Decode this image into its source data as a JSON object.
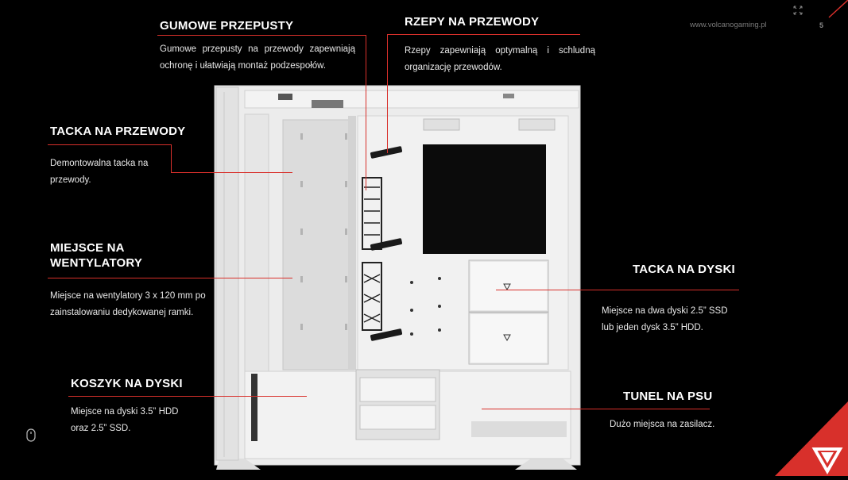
{
  "header": {
    "url": "www.volcanogaming.pl",
    "page_number": "5",
    "icon": "expand-arrows-icon"
  },
  "callouts": {
    "gumowe": {
      "title": "GUMOWE PRZEPUSTY",
      "text": "Gumowe przepusty na przewody zapewniają ochronę i ułatwiają montaż podzespołów."
    },
    "rzepy": {
      "title": "RZEPY NA PRZEWODY",
      "text": "Rzepy zapewniają optymalną i schludną organizację przewodów."
    },
    "tacka_przewody": {
      "title": "TACKA NA PRZEWODY",
      "line1": "Demontowalna tacka na",
      "line2": "przewody."
    },
    "wentylatory": {
      "title_line1": "MIEJSCE NA",
      "title_line2": "WENTYLATORY",
      "line1": "Miejsce na wentylatory 3 x 120 mm po",
      "line2": "zainstalowaniu dedykowanej ramki."
    },
    "koszyk": {
      "title": "KOSZYK NA DYSKI",
      "line1": "Miejsce na dyski 3.5” HDD",
      "line2": "oraz 2.5” SSD."
    },
    "tacka_dyski": {
      "title": "TACKA NA DYSKI",
      "line1": "Miejsce na dwa dyski 2.5” SSD",
      "line2": "lub jeden dysk 3.5” HDD."
    },
    "tunel": {
      "title": "TUNEL NA PSU",
      "text": "Dużo miejsca na zasilacz."
    }
  },
  "colors": {
    "background": "#000000",
    "accent": "#d8302b",
    "case": "#e9e9e9"
  },
  "icons": {
    "mouse": "mouse-icon",
    "brand_logo": "volcano-logo-icon"
  }
}
